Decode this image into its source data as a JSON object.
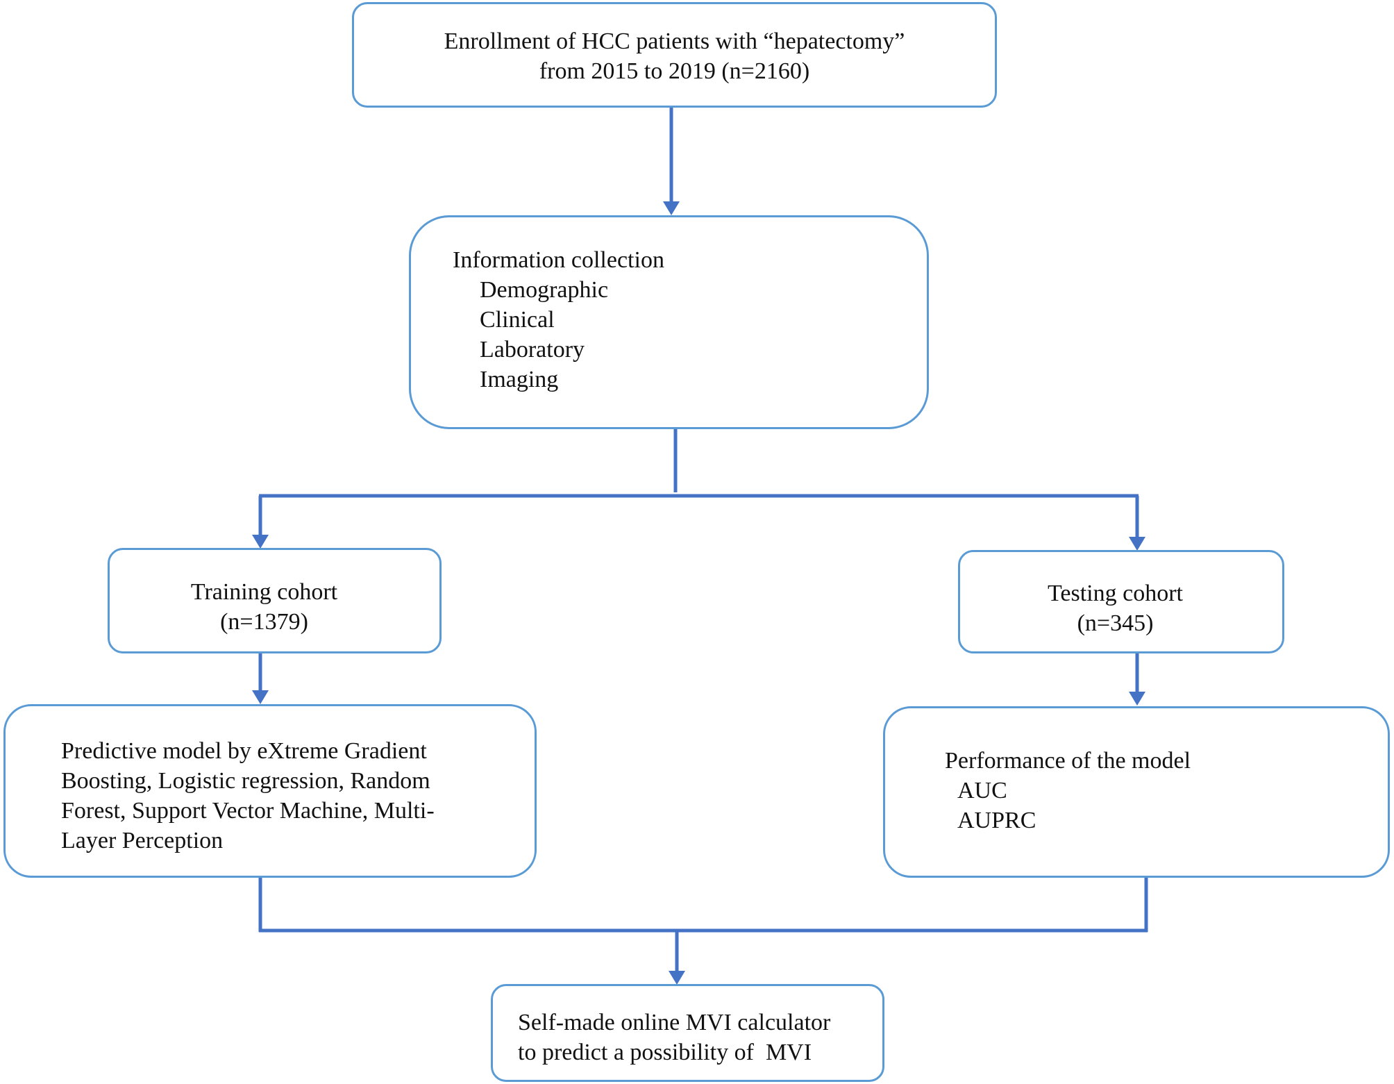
{
  "enrollment": {
    "line1": "Enrollment of HCC patients with “hepatectomy”",
    "line2": "from 2015 to 2019 (n=2160)"
  },
  "information": {
    "heading": "Information collection",
    "items": [
      "Demographic",
      "Clinical",
      "Laboratory",
      "Imaging"
    ]
  },
  "training": {
    "label": "Training cohort",
    "n": "(n=1379)"
  },
  "testing": {
    "label": "Testing cohort",
    "n": "(n=345)"
  },
  "predictive": {
    "lines": [
      "Predictive model by eXtreme Gradient",
      "Boosting, Logistic regression, Random",
      "Forest, Support Vector Machine, Multi-",
      "Layer Perception"
    ]
  },
  "performance": {
    "heading": "Performance of the model",
    "items": [
      "AUC",
      "AUPRC"
    ]
  },
  "calculator": {
    "line1": "Self-made online MVI calculator",
    "line2": "to predict a possibility of  MVI"
  },
  "colors": {
    "connector": "#4472c4",
    "box_border": "#5a9bd5"
  }
}
